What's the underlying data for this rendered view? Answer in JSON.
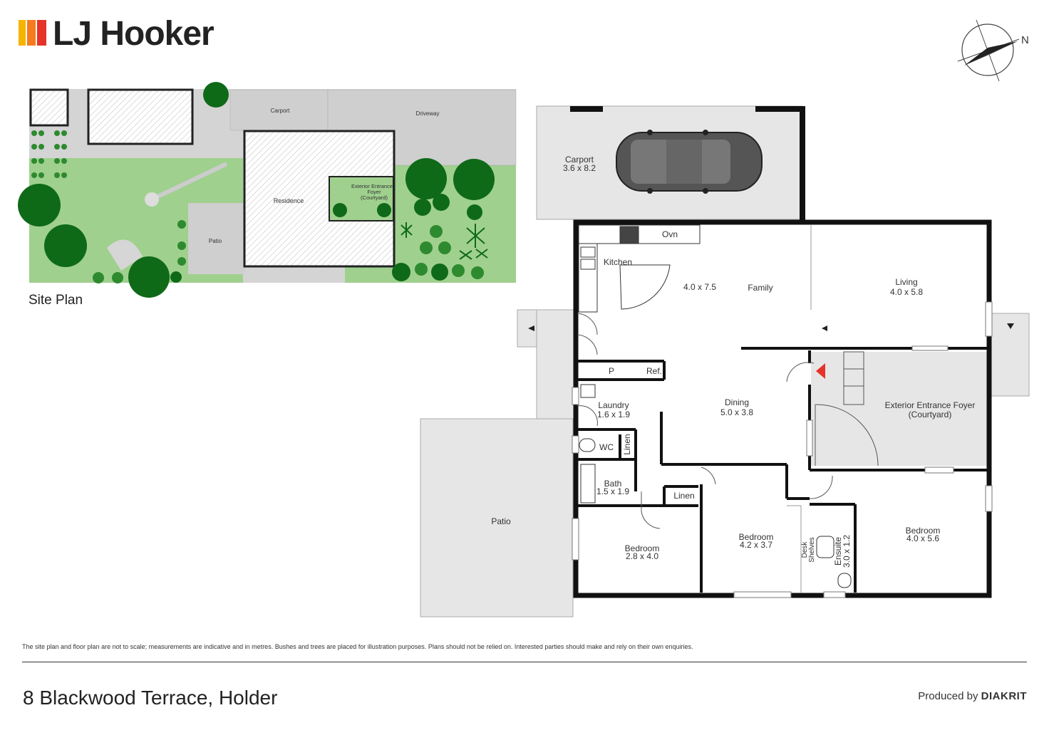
{
  "brand": {
    "name": "LJ Hooker",
    "colors": [
      "#f5b400",
      "#f47b20",
      "#e63329"
    ]
  },
  "compass": {
    "label": "N"
  },
  "site_plan": {
    "title": "Site Plan",
    "labels": {
      "carport": "Carport",
      "driveway": "Driveway",
      "residence": "Residence",
      "foyer_line1": "Exterior Entrance",
      "foyer_line2": "Foyer",
      "foyer_line3": "(Courtyard)",
      "patio": "Patio"
    }
  },
  "floor_plan": {
    "rooms": {
      "carport": {
        "name": "Carport",
        "dims": "3.6 x 8.2"
      },
      "oven": "Ovn",
      "kitchen": "Kitchen",
      "kitchen_dims": "4.0 x 7.5",
      "family": "Family",
      "living": {
        "name": "Living",
        "dims": "4.0 x 5.8"
      },
      "pantry": "P",
      "fridge": "Ref.",
      "laundry": {
        "name": "Laundry",
        "dims": "1.6 x 1.9"
      },
      "dining": {
        "name": "Dining",
        "dims": "5.0 x 3.8"
      },
      "foyer": {
        "name": "Exterior Entrance Foyer",
        "sub": "(Courtyard)"
      },
      "wc": "WC",
      "linen1": "Linen",
      "bath": {
        "name": "Bath",
        "dims": "1.5 x 1.9"
      },
      "linen2": "Linen",
      "patio": "Patio",
      "bedroom1": {
        "name": "Bedroom",
        "dims": "2.8 x 4.0"
      },
      "bedroom2": {
        "name": "Bedroom",
        "dims": "4.2 x 3.7"
      },
      "desk": "Desk",
      "shelves": "Shelves",
      "ensuite": {
        "name": "Ensuite",
        "dims": "3.0 x 1.2"
      },
      "bedroom3": {
        "name": "Bedroom",
        "dims": "4.0 x 5.6"
      }
    }
  },
  "footer": {
    "disclaimer": "The site plan and floor plan are not to scale; measurements are indicative and in metres. Bushes and trees are placed for illustration purposes. Plans should not be relied on. Interested parties should make and rely on their own enquiries.",
    "address": "8 Blackwood Terrace, Holder",
    "produced_by_prefix": "Produced by",
    "produced_by_brand": "DIAKRIT"
  }
}
